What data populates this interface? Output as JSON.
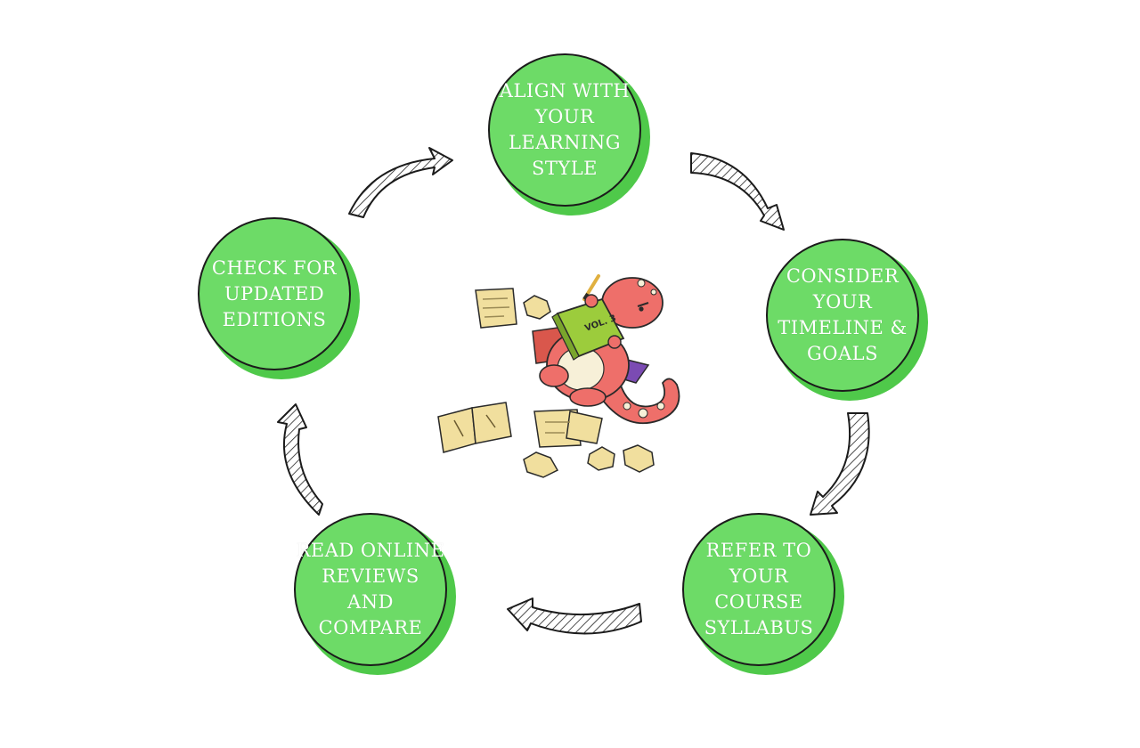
{
  "diagram": {
    "steps": [
      {
        "label": "Align with\nyour\nlearning\nstyle"
      },
      {
        "label": "Consider your\ntimeline &\ngoals"
      },
      {
        "label": "Refer to your\ncourse\nsyllabus"
      },
      {
        "label": "Read online\nreviews and\ncompare"
      },
      {
        "label": "Check for\nupdated\neditions"
      }
    ],
    "colors": {
      "node_fill": "#6ddb67",
      "node_shadow": "#4fc94a",
      "outline": "#1b1b1b",
      "text": "#ffffff",
      "mascot_body": "#ee6f6a",
      "book_green": "#9ccc3c",
      "paper": "#f1df9e"
    },
    "center_illustration": {
      "icon": "red-lizard-reading-book",
      "book_text": "VOL. 3"
    }
  }
}
